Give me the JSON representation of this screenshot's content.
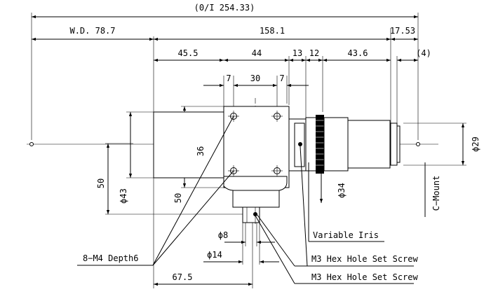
{
  "dimensions": {
    "overall": "(0/I 254.33)",
    "working_distance": "W.D. 78.7",
    "lens_length": "158.1",
    "mount_length": "17.53",
    "rear_offset": "(4)",
    "front_section": "45.5",
    "block_width": "44",
    "iris_gap": "13",
    "iris_width": "12",
    "rear_barrel": "43.6",
    "hole_offset_left": "7",
    "hole_spacing": "30",
    "hole_offset_right": "7",
    "hole_vertical_spacing": "36",
    "block_height": "50",
    "front_height": "50",
    "front_diameter": "ϕ43",
    "iris_diameter": "ϕ34",
    "mount_diameter": "ϕ29",
    "port_inner_diameter": "ϕ8",
    "port_outer_diameter": "ϕ14",
    "port_offset": "67.5"
  },
  "callouts": {
    "mounting_holes": "8−M4 Depth6",
    "variable_iris": "Variable Iris",
    "set_screw_1": "M3 Hex Hole Set Screw",
    "set_screw_2": "M3 Hex Hole Set Screw",
    "c_mount": "C−Mount"
  }
}
